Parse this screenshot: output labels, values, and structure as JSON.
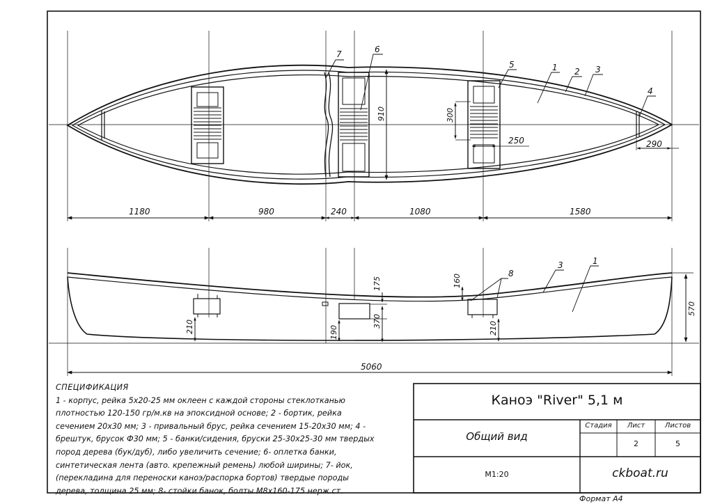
{
  "drawing": {
    "top_dims": [
      "1180",
      "980",
      "240",
      "1080",
      "1580"
    ],
    "top_vert_dims": {
      "beam": "910",
      "seat_width": "300",
      "seat_length": "250",
      "breasthook": "290"
    },
    "side_dims": {
      "total_length": "5060",
      "bow_height": "570",
      "gunwale_drop": "175",
      "seat_height_mid": "370",
      "seat_low_left": "210",
      "seat_low_mid": "190",
      "seat_low_right": "210",
      "seat_frame": "160"
    },
    "top_callouts": [
      "7",
      "6",
      "5",
      "1",
      "2",
      "3",
      "4"
    ],
    "side_callouts": [
      "8",
      "3",
      "1"
    ]
  },
  "spec": {
    "title": "СПЕЦИФИКАЦИЯ",
    "lines": [
      "1 - корпус, рейка 5х20-25 мм оклеен с каждой стороны стеклотканью",
      "плотностью 120-150 гр/м.кв на эпоксидной основе; 2 - бортик, рейка",
      "сечением 20х30 мм; 3 - привальный брус, рейка сечением 15-20х30 мм; 4 -",
      "брештук, брусок Ф30 мм; 5 - банки/сидения, бруски 25-30х25-30 мм твердых",
      "пород дерева (бук/дуб), либо увеличить сечение; 6- оплетка банки,",
      "синтетическая лента (авто. крепежный ремень) любой ширины; 7- йок,",
      "(перекладина для переноски каноэ/распорка бортов) твердые породы",
      "дерева, толщина 25 мм; 8- стойки банок, болты М8х160-175 нерж.ст."
    ]
  },
  "title_block": {
    "name": "Каноэ \"River\" 5,1 м",
    "view": "Общий вид",
    "scale": "М1:20",
    "stage_label": "Стадия",
    "sheet_label": "Лист",
    "sheets_label": "Листов",
    "sheet": "2",
    "sheets": "5",
    "site": "ckboat.ru",
    "format": "Формат А4"
  }
}
